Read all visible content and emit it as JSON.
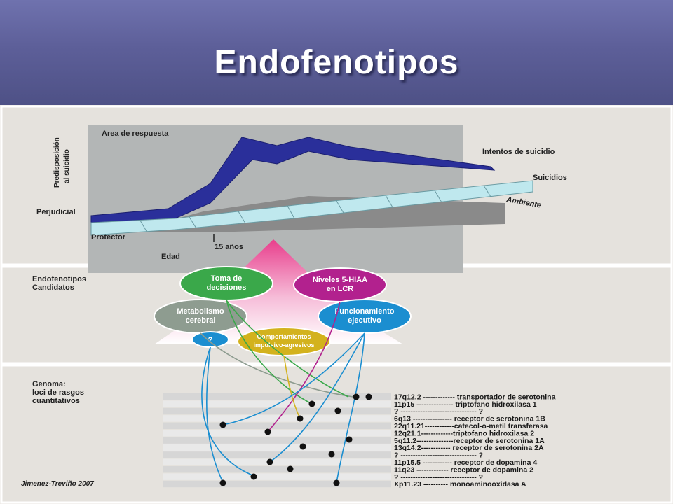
{
  "slide": {
    "title": "Endofenotipos"
  },
  "top_panel": {
    "area_label": "Area de respuesta",
    "y_axis_label_line1": "Predisposición",
    "y_axis_label_line2": "al suicidio",
    "level_high": "Perjudicial",
    "level_low": "Protector",
    "x_axis_label": "Edad",
    "age_marker": "15 años",
    "curve_attempts": "Intentos de suicidio",
    "curve_suicides": "Suicidios",
    "curve_environment": "Ambiente"
  },
  "middle_panel": {
    "heading_line1": "Endofenotipos",
    "heading_line2": "Candidatos",
    "bubbles": {
      "decisions": {
        "line1": "Toma de",
        "line2": "decisiones",
        "color": "#3aa84a"
      },
      "hiaa": {
        "line1": "Niveles 5-HIAA",
        "line2": "en LCR",
        "color": "#b2218e"
      },
      "metabolism": {
        "line1": "Metabolismo",
        "line2": "cerebral",
        "color": "#8e9c90"
      },
      "executive": {
        "line1": "Funcionamiento",
        "line2": "ejecutivo",
        "color": "#1b8ed0"
      },
      "impulsive": {
        "line1": "Comportamientos",
        "line2": "impulsivo-agresivos",
        "color": "#d3b21d"
      },
      "unknown": {
        "label": "?",
        "color": "#1b8ed0"
      }
    }
  },
  "bottom_panel": {
    "heading_line1": "Genoma:",
    "heading_line2": "loci de rasgos",
    "heading_line3": "cuantitativos",
    "loci": [
      "17q12.2 ------------- transportador de serotonina",
      "11p15 --------------- triptofano hidroxilasa 1",
      "? ------------------------------- ?",
      "6q13 ---------------- receptor de serotonina 1B",
      "22q11.21------------catecol-o-metil transferasa",
      "12q21.1-------------triptofano hidroxilasa 2",
      "5q11.2---------------receptor de serotonina 1A",
      "13q14.2------------ receptor de serotonina 2A",
      "? ------------------------------- ?",
      "11p15.5 ------------ receptor de dopamina 4",
      "11q23 ------------- receptor de dopamina 2",
      "? ------------------------------- ?",
      "Xp11.23 ---------- monoaminooxidasa A"
    ],
    "credit": "Jimenez-Treviño 2007"
  }
}
